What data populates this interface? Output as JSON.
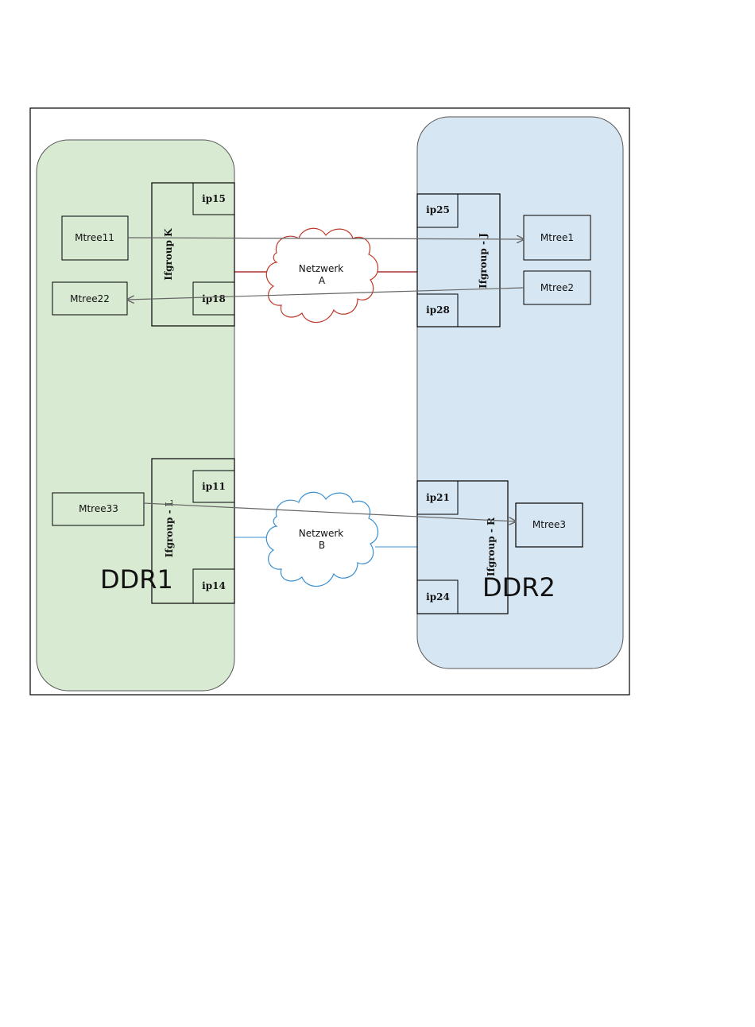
{
  "devices": {
    "ddr1": {
      "label": "DDR1",
      "color": "#d9ead3"
    },
    "ddr2": {
      "label": "DDR2",
      "color": "#d6e6f2"
    }
  },
  "ifgroups": {
    "k": "Ifgroup K",
    "j": "Ifgroup - J",
    "l": "Ifgroup - L",
    "r": "Ifgroup - R"
  },
  "ips": {
    "ip15": "ip15",
    "ip18": "ip18",
    "ip11": "ip11",
    "ip14": "ip14",
    "ip25": "ip25",
    "ip28": "ip28",
    "ip21": "ip21",
    "ip24": "ip24"
  },
  "mtrees": {
    "mtree11": "Mtree11",
    "mtree22": "Mtree22",
    "mtree33": "Mtree33",
    "mtree1": "Mtree1",
    "mtree2": "Mtree2",
    "mtree3": "Mtree3"
  },
  "networks": {
    "a": {
      "name": "Netzwerk",
      "id": "A",
      "color": "#c0392b"
    },
    "b": {
      "name": "Netzwerk",
      "id": "B",
      "color": "#3a8fd0"
    }
  }
}
